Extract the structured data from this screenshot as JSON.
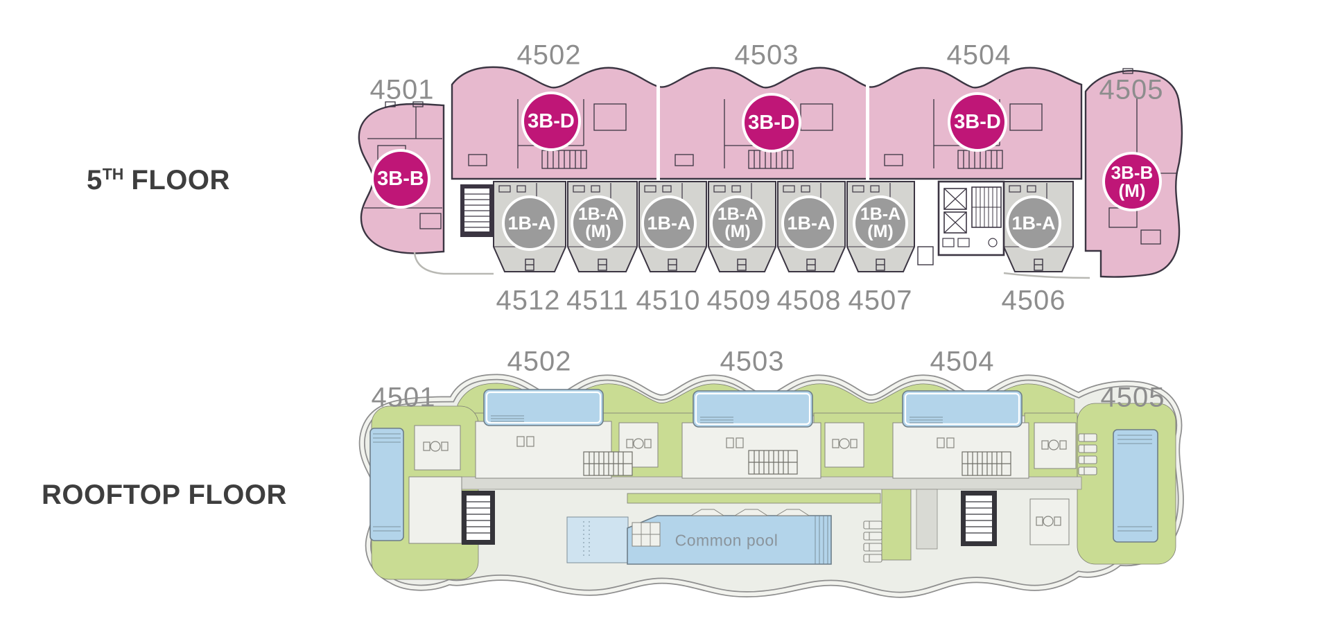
{
  "fifth_floor": {
    "title": {
      "number": "5",
      "ordinal": "TH",
      "word": "FLOOR"
    },
    "top_labels": [
      "4501",
      "4502",
      "4503",
      "4504",
      "4505"
    ],
    "bottom_labels": [
      "4512",
      "4511",
      "4510",
      "4509",
      "4508",
      "4507",
      "4506"
    ],
    "type_circles": [
      {
        "line1": "3B-B",
        "line2": ""
      },
      {
        "line1": "3B-D",
        "line2": ""
      },
      {
        "line1": "3B-D",
        "line2": ""
      },
      {
        "line1": "3B-D",
        "line2": ""
      },
      {
        "line1": "3B-B",
        "line2": "(M)"
      }
    ],
    "unit_circles": [
      {
        "line1": "1B-A",
        "line2": ""
      },
      {
        "line1": "1B-A",
        "line2": "(M)"
      },
      {
        "line1": "1B-A",
        "line2": ""
      },
      {
        "line1": "1B-A",
        "line2": "(M)"
      },
      {
        "line1": "1B-A",
        "line2": ""
      },
      {
        "line1": "1B-A",
        "line2": "(M)"
      },
      {
        "line1": "1B-A",
        "line2": ""
      }
    ]
  },
  "rooftop": {
    "title": "ROOFTOP FLOOR",
    "unit_labels": [
      "4501",
      "4502",
      "4503",
      "4504",
      "4505"
    ],
    "common_pool_label": "Common pool"
  },
  "colors": {
    "type_circle": "#bf1677",
    "unit_circle": "#9b9b9b",
    "plan_pink": "#e7b9ce",
    "unit_gray": "#d4d4d0",
    "rooftop_green": "#c9dc93",
    "pool_blue": "#b3d4ea",
    "label_gray": "#8d8d8d",
    "title_color": "#3e3e3e"
  }
}
